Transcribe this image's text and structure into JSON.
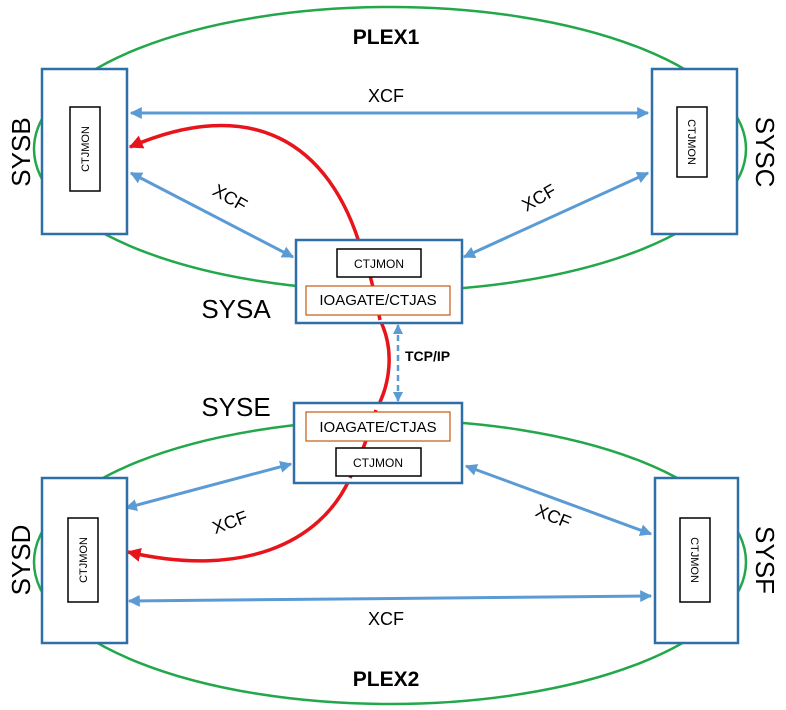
{
  "plexes": {
    "plex1": {
      "label": "PLEX1"
    },
    "plex2": {
      "label": "PLEX2"
    }
  },
  "systems": {
    "sysa": {
      "label": "SYSA",
      "monitor": "CTJMON",
      "gateway": "IOAGATE/CTJAS"
    },
    "sysb": {
      "label": "SYSB",
      "monitor": "CTJMON"
    },
    "sysc": {
      "label": "SYSC",
      "monitor": "CTJMON"
    },
    "syse": {
      "label": "SYSE",
      "monitor": "CTJMON",
      "gateway": "IOAGATE/CTJAS"
    },
    "sysd": {
      "label": "SYSD",
      "monitor": "CTJMON"
    },
    "sysf": {
      "label": "SYSF",
      "monitor": "CTJMON"
    }
  },
  "links": {
    "xcf": "XCF",
    "tcpip": "TCP/IP"
  },
  "colors": {
    "plex_ring": "#22a84a",
    "system_border": "#2e6fa7",
    "xcf_arrow": "#5b9bd5",
    "route_curve": "#e8141b",
    "gateway_border": "#c55a11"
  }
}
